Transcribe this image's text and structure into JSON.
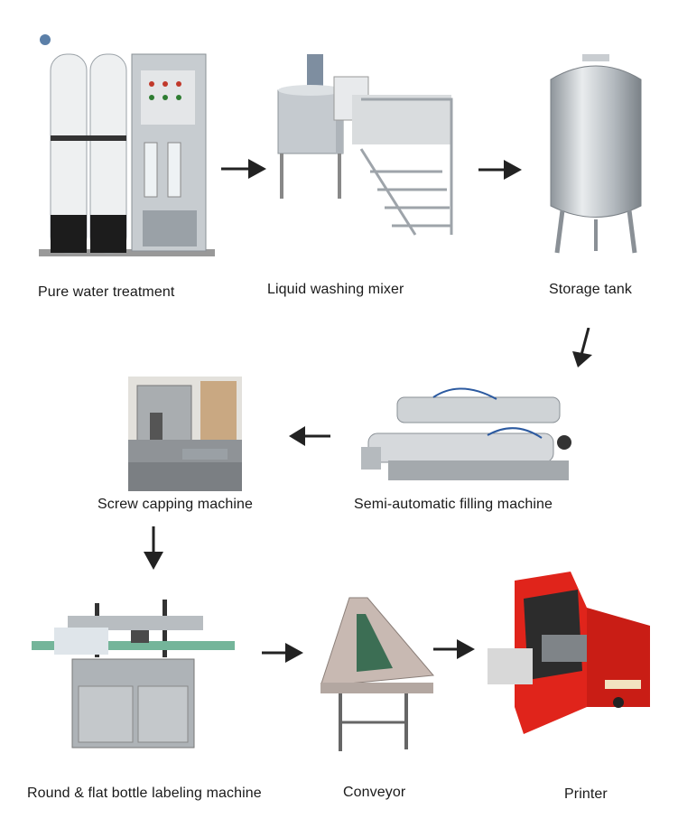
{
  "diagram": {
    "steps": [
      {
        "id": "pure-water",
        "label": "Pure water treatment",
        "icon": "water-treatment-machine-icon"
      },
      {
        "id": "mixer",
        "label": "Liquid  washing mixer",
        "icon": "mixer-tank-icon"
      },
      {
        "id": "storage",
        "label": "Storage tank",
        "icon": "storage-tank-icon"
      },
      {
        "id": "filling",
        "label": "Semi-automatic filling machine",
        "icon": "filling-machine-icon"
      },
      {
        "id": "capping",
        "label": "Screw capping machine",
        "icon": "capping-machine-icon"
      },
      {
        "id": "labeling",
        "label": "Round & flat bottle labeling machine",
        "icon": "labeling-machine-icon"
      },
      {
        "id": "conveyor",
        "label": "Conveyor",
        "icon": "conveyor-icon"
      },
      {
        "id": "printer",
        "label": "Printer",
        "icon": "printer-icon"
      }
    ],
    "flow": [
      [
        "pure-water",
        "mixer"
      ],
      [
        "mixer",
        "storage"
      ],
      [
        "storage",
        "filling"
      ],
      [
        "filling",
        "capping"
      ],
      [
        "capping",
        "labeling"
      ],
      [
        "labeling",
        "conveyor"
      ],
      [
        "conveyor",
        "printer"
      ]
    ],
    "colors": {
      "arrow": "#222222",
      "steel": "#b9bec3",
      "printer_red": "#e0241b"
    }
  }
}
